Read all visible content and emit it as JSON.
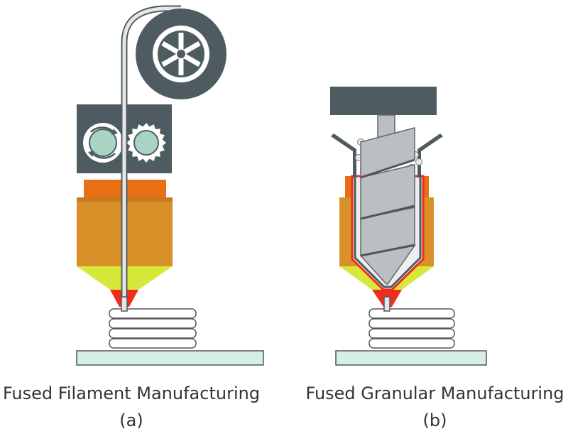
{
  "panels": [
    {
      "id": "a",
      "title": "Fused Filament Manufacturing",
      "label": "(a)"
    },
    {
      "id": "b",
      "title": "Fused Granular Manufacturing",
      "label": "(b)"
    }
  ],
  "colors": {
    "dark_slate": "#4e5c61",
    "spool_white": "#ffffff",
    "filament": "#e6e6e6",
    "gear_fill": "#a8d5c3",
    "heater_orange": "#e86f14",
    "heater_amber": "#d99028",
    "nozzle_lime": "#d8e83a",
    "nozzle_red": "#ef2d1a",
    "bed": "#d5eee8",
    "layers": "#ffffff",
    "screw_gray": "#b9bfc2",
    "pellets": "#e8e8e8"
  },
  "icons": [
    "filament-spool-icon",
    "drive-gear-icon",
    "screw-extruder-icon"
  ]
}
